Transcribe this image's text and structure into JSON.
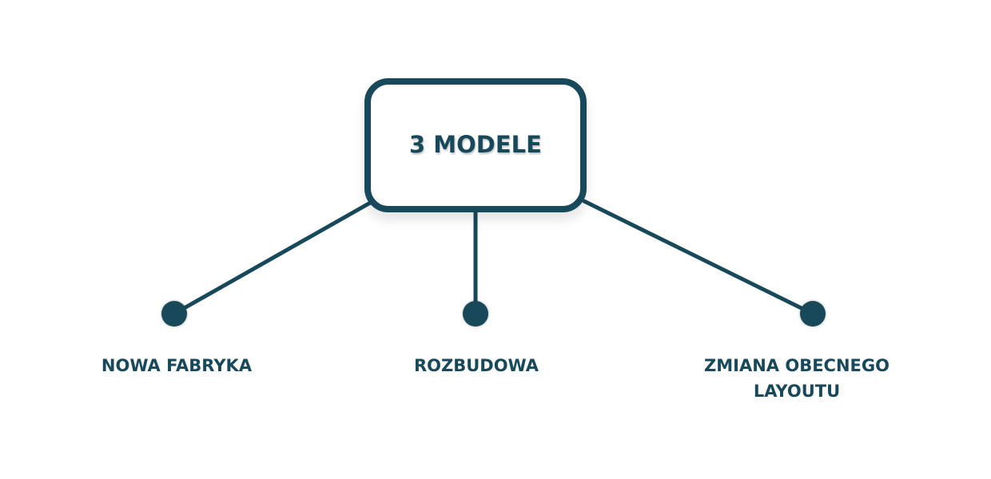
{
  "diagram": {
    "type": "hierarchy",
    "colors": {
      "primary": "#17495b",
      "background": "#ffffff"
    },
    "root": {
      "title": "3 MODELE"
    },
    "children": [
      {
        "label_line1": "NOWA FABRYKA",
        "label_line2": ""
      },
      {
        "label_line1": "ROZBUDOWA",
        "label_line2": ""
      },
      {
        "label_line1": "ZMIANA OBECNEGO",
        "label_line2": "LAYOUTU"
      }
    ]
  }
}
